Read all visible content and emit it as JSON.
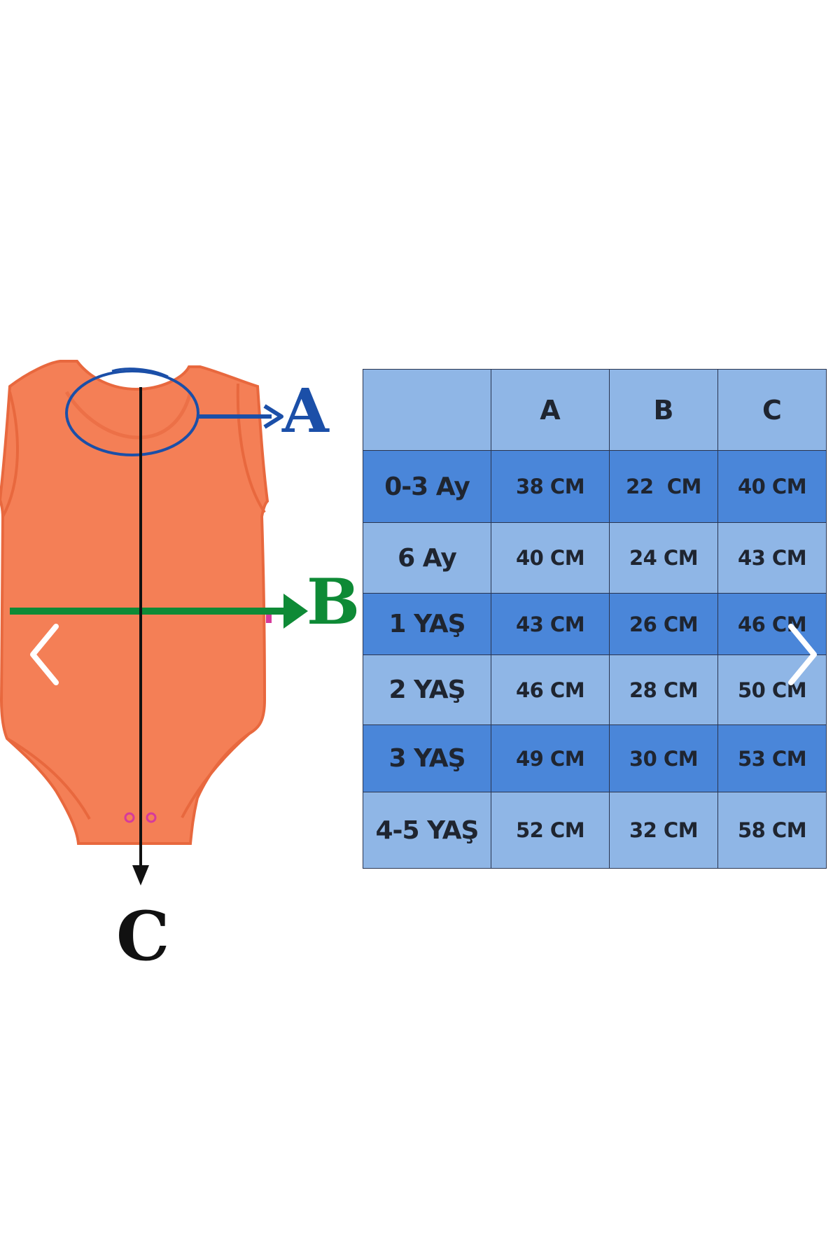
{
  "diagram": {
    "labels": {
      "a": "A",
      "b": "B",
      "c": "C"
    },
    "colors": {
      "garment": "#f47f56",
      "garment_edge": "#e8683e",
      "neck_marker": "#1b4fa8",
      "chest_marker": "#0e8a36",
      "length_marker": "#111111",
      "snap_buttons": "#d63a9b"
    },
    "garment": "sleeveless baby bodysuit"
  },
  "table": {
    "headers": [
      "",
      "A",
      "B",
      "C"
    ],
    "rows": [
      {
        "label": "0-3 Ay",
        "values": [
          "38 CM",
          "22  CM",
          "40 CM"
        ],
        "shade": "dark"
      },
      {
        "label": "6 Ay",
        "values": [
          "40 CM",
          "24 CM",
          "43 CM"
        ],
        "shade": "light"
      },
      {
        "label": "1 YAŞ",
        "values": [
          "43 CM",
          "26 CM",
          "46 CM"
        ],
        "shade": "dark"
      },
      {
        "label": "2 YAŞ",
        "values": [
          "46 CM",
          "28 CM",
          "50 CM"
        ],
        "shade": "light"
      },
      {
        "label": "3 YAŞ",
        "values": [
          "49 CM",
          "30 CM",
          "53 CM"
        ],
        "shade": "dark"
      },
      {
        "label": "4-5 YAŞ",
        "values": [
          "52 CM",
          "32 CM",
          "58 CM"
        ],
        "shade": "light"
      }
    ],
    "colors": {
      "dark_row": "#4a86d9",
      "light_row": "#8fb6e6",
      "grid": "#2a3550"
    }
  },
  "navigation": {
    "prev_icon": "chevron-left-icon",
    "next_icon": "chevron-right-icon"
  }
}
